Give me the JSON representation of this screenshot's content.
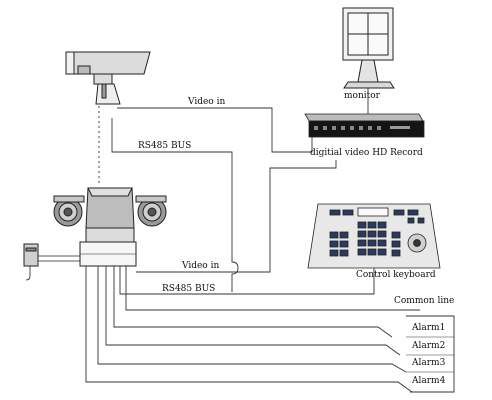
{
  "labels": {
    "monitor": "monitor",
    "video_in_top": "Video in",
    "rs485_top": "RS485 BUS",
    "dvr": "digitial video HD Record",
    "video_in_bottom": "Video in",
    "control_keyboard": "Control keyboard",
    "rs485_bottom": "RS485 BUS",
    "common_line": "Common line",
    "alarm1": "Alarm1",
    "alarm2": "Alarm2",
    "alarm3": "Alarm3",
    "alarm4": "Alarm4"
  }
}
